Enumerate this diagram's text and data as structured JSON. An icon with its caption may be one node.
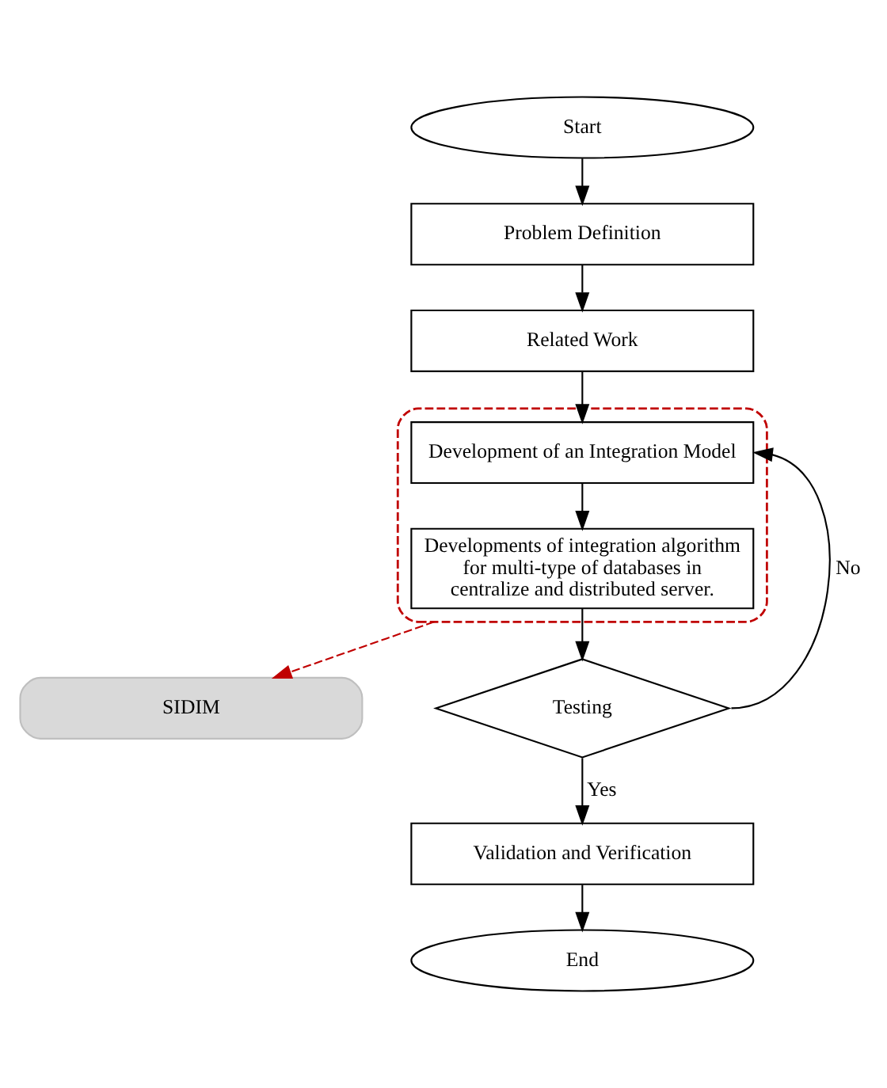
{
  "diagram": {
    "nodes": [
      {
        "text": [
          "Start"
        ]
      },
      {
        "text": [
          "Problem Definition"
        ]
      },
      {
        "text": [
          "Related Work"
        ]
      },
      {
        "text": [],
        "shape": "box"
      },
      {
        "text": [
          "Development of an Integration Model"
        ],
        "in": 3
      },
      {
        "text": [
          "Developments of integration algorithm for multi-type of databases in centralize and distributed server."
        ],
        "in": 3
      },
      {
        "text": [
          "SIDIM"
        ]
      },
      {
        "text": [
          "Testing"
        ]
      },
      {
        "text": [
          "Validation and Verification"
        ]
      },
      {
        "text": [
          "End"
        ]
      }
    ],
    "edges": [
      {
        "from": 0,
        "to": 1,
        "arrow": "to"
      },
      {
        "from": 1,
        "to": 2,
        "arrow": "to"
      },
      {
        "from": 2,
        "to": 4,
        "arrow": "to"
      },
      {
        "from": 4,
        "to": 5,
        "arrow": "to"
      },
      {
        "from": 5,
        "to": 7,
        "arrow": "to"
      },
      {
        "from": 7,
        "to": 4,
        "arrow": "to",
        "label": "No"
      },
      {
        "from": 7,
        "to": 8,
        "arrow": "to",
        "label": "Yes"
      },
      {
        "from": 8,
        "to": 9,
        "arrow": "to"
      },
      {
        "from": 3,
        "to": 6,
        "arrow": "to",
        "style": "dashed",
        "color": "#c00000"
      }
    ]
  }
}
